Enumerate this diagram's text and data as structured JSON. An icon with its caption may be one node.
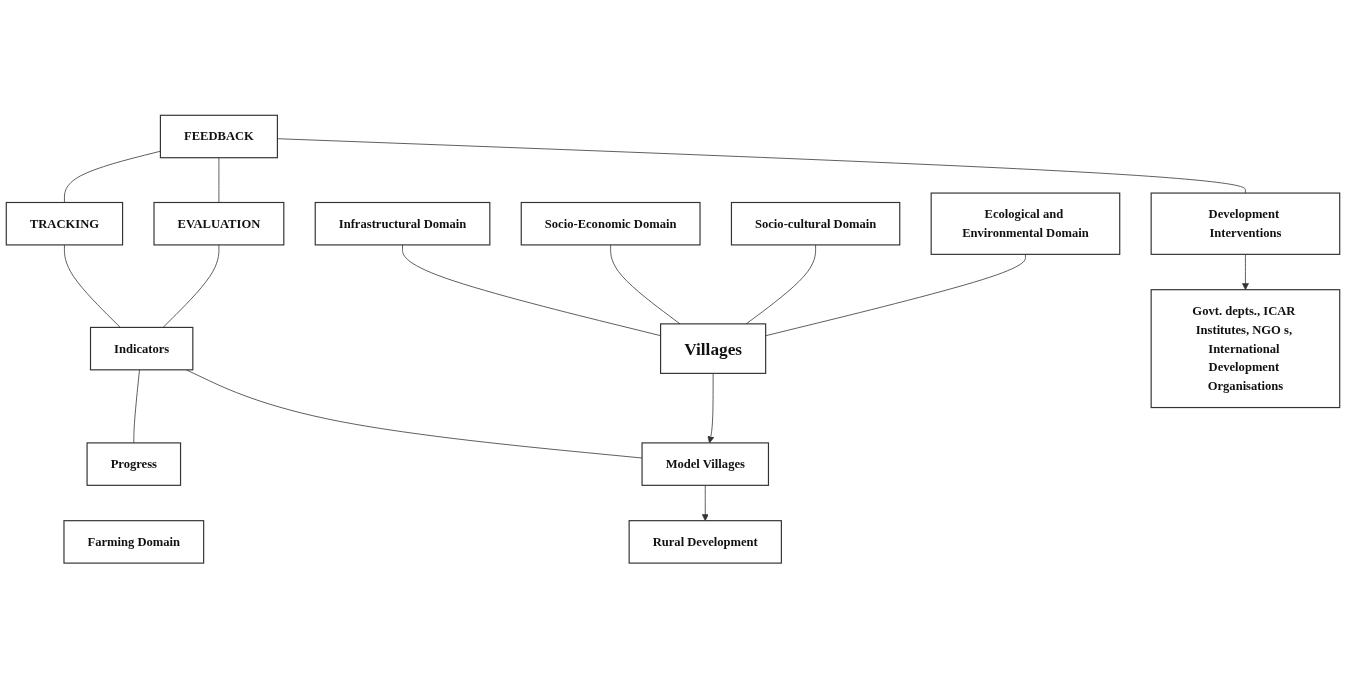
{
  "diagram": {
    "nodes": [
      {
        "text": [
          "FEEDBACK"
        ]
      },
      {
        "text": [
          "TRACKING"
        ]
      },
      {
        "text": [
          "EVALUATION"
        ]
      },
      {
        "text": [
          "Infrastructural Domain"
        ]
      },
      {
        "text": [
          "Indicators"
        ]
      },
      {
        "text": [
          "Socio-Economic Domain"
        ]
      },
      {
        "text": [
          "Development Interventions"
        ]
      },
      {
        "text": [
          "Progress"
        ]
      },
      {
        "text": [
          "Farming Domain"
        ]
      },
      {
        "text": [
          "Socio-cultural Domain"
        ]
      },
      {
        "text": [
          "Villages"
        ]
      },
      {
        "text": [
          "Model Villages"
        ]
      },
      {
        "text": [
          "Govt. depts., ICAR Institutes, NGO s, International Development Organisations"
        ]
      },
      {
        "text": [
          "Ecological and Environmental Domain"
        ]
      },
      {
        "text": [
          "Rural Development"
        ]
      }
    ],
    "edges": [
      {
        "from": 0,
        "to": 6,
        "arrow": "none"
      },
      {
        "from": 0,
        "to": 1,
        "arrow": "none"
      },
      {
        "from": 0,
        "to": 2,
        "arrow": "none"
      },
      {
        "from": 1,
        "to": 4,
        "arrow": "none"
      },
      {
        "from": 2,
        "to": 4,
        "arrow": "none"
      },
      {
        "from": 4,
        "to": 7,
        "arrow": "none"
      },
      {
        "from": 4,
        "to": 11,
        "arrow": "none"
      },
      {
        "from": 6,
        "to": 12,
        "arrow": "to"
      },
      {
        "from": 3,
        "to": 10,
        "arrow": "none"
      },
      {
        "from": 5,
        "to": 10,
        "arrow": "none"
      },
      {
        "from": 9,
        "to": 10,
        "arrow": "none"
      },
      {
        "from": 13,
        "to": 10,
        "arrow": "none"
      },
      {
        "from": 10,
        "to": 11,
        "arrow": "to"
      },
      {
        "from": 11,
        "to": 14,
        "arrow": "to"
      }
    ]
  }
}
